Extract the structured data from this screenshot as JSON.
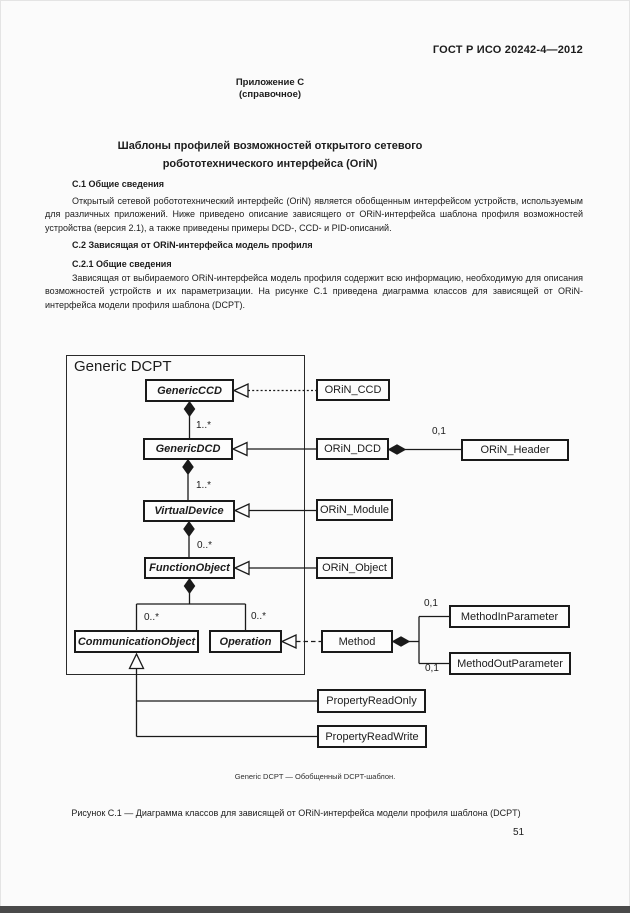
{
  "document": {
    "standard_ref": "ГОСТ Р ИСО 20242-4—2012",
    "appendix": {
      "name": "Приложение С",
      "kind": "(справочное)"
    },
    "title": {
      "line1": "Шаблоны профилей возможностей открытого сетевого",
      "line2": "робототехнического интерфейса (OriN)"
    },
    "page_number": "51"
  },
  "sections": {
    "c1": {
      "heading": "С.1 Общие сведения",
      "body": "Открытый сетевой робототехнический интерфейс (OriN) является обобщенным интерфейсом устройств, используемым для различных приложений. Ниже приведено описание зависящего от ORiN-интерфейса шаблона профиля возможностей устройства (версия 2.1), а также приведены примеры DCD-, CCD- и PID-описаний."
    },
    "c2": {
      "heading": "С.2 Зависящая от ORiN-интерфейса модель профиля"
    },
    "c21": {
      "heading": "С.2.1 Общие сведения",
      "body": "Зависящая от выбираемого ORiN-интерфейса модель профиля содержит всю информацию, необходимую для описания возможностей устройств и их параметризации. На рисунке С.1 приведена диаграмма классов для зависящей от ORiN-интерфейса модели профиля шаблона (DCPT)."
    }
  },
  "diagram": {
    "package_label": "Generic DCPT",
    "classes": {
      "generic_ccd": "GenericCCD",
      "generic_dcd": "GenericDCD",
      "virtual_device": "VirtualDevice",
      "function_object": "FunctionObject",
      "communication_object": "CommunicationObject",
      "operation": "Operation",
      "orin_ccd": "ORiN_CCD",
      "orin_dcd": "ORiN_DCD",
      "orin_header": "ORiN_Header",
      "orin_module": "ORiN_Module",
      "orin_object": "ORiN_Object",
      "method": "Method",
      "method_in_parameter": "MethodInParameter",
      "method_out_parameter": "MethodOutParameter",
      "property_read_only": "PropertyReadOnly",
      "property_read_write": "PropertyReadWrite"
    },
    "multiplicities": {
      "ccd_dcd": "1..*",
      "dcd_virtualdevice": "1..*",
      "virtualdevice_functionobject": "0..*",
      "functionobject_communicationobject": "0..*",
      "functionobject_operation": "0..*",
      "dcd_header": "0,1",
      "method_in": "0,1",
      "method_out": "0,1"
    },
    "note": "Generic DCPT — Обобщенный DCPT-шаблон.",
    "figure_caption": "Рисунок С.1 — Диаграмма классов для зависящей от ORiN-интерфейса модели профиля шаблона (DCPT)"
  },
  "colors": {
    "ink": "#1c1c1c",
    "page_bg": "#fbfbfb",
    "bottom_bar": "#4a4a4a"
  }
}
